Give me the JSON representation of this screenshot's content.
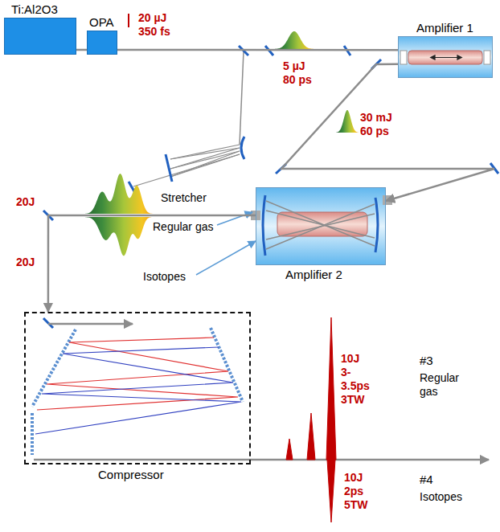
{
  "diagram": {
    "nodes": [
      {
        "text": [
          "Ti:Al2O3"
        ]
      },
      {
        "text": [
          "OPA"
        ]
      },
      {
        "text": [
          "Amplifier 1"
        ]
      },
      {
        "text": [
          "Amplifier 2"
        ]
      },
      {
        "text": [
          "Compressor"
        ]
      }
    ],
    "edges": [
      {
        "from": 0,
        "to": 1,
        "arrow": "none"
      },
      {
        "from": 1,
        "to": 2,
        "arrow": "none"
      },
      {
        "from": 2,
        "to": 3,
        "arrow": "to"
      },
      {
        "from": 3,
        "to": 4,
        "arrow": "to"
      }
    ],
    "labels": [
      "20 µJ 350 fs",
      "5 µJ 80 ps",
      "Stretcher",
      "30 mJ 60 ps",
      "20J",
      "Regular gas",
      "20J",
      "Isotopes",
      "10J 3-3.5ps 3TW",
      "#3",
      "Regular gas",
      "10J 2ps 5TW",
      "#4",
      "Isotopes"
    ]
  }
}
